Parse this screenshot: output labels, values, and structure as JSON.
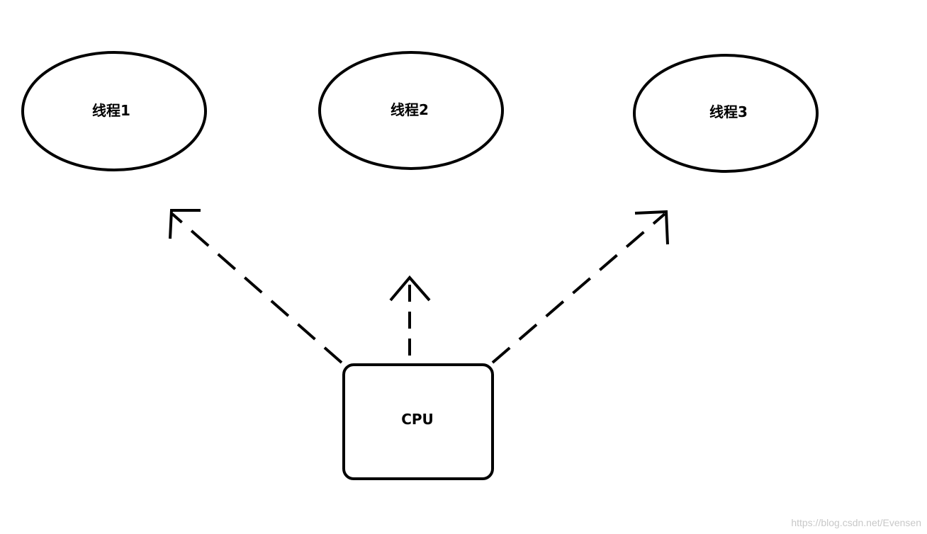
{
  "nodes": {
    "thread1": {
      "label": "线程1"
    },
    "thread2": {
      "label": "线程2"
    },
    "thread3": {
      "label": "线程3"
    },
    "cpu": {
      "label": "CPU"
    }
  },
  "edges": [
    {
      "from": "CPU",
      "to": "线程1",
      "style": "dashed-arrow"
    },
    {
      "from": "CPU",
      "to": "线程2",
      "style": "dashed-arrow"
    },
    {
      "from": "CPU",
      "to": "线程3",
      "style": "dashed-arrow"
    }
  ],
  "watermark": "https://blog.csdn.net/Evensen",
  "colors": {
    "stroke": "#000000",
    "background": "#ffffff",
    "watermark": "#c8c8c8"
  }
}
